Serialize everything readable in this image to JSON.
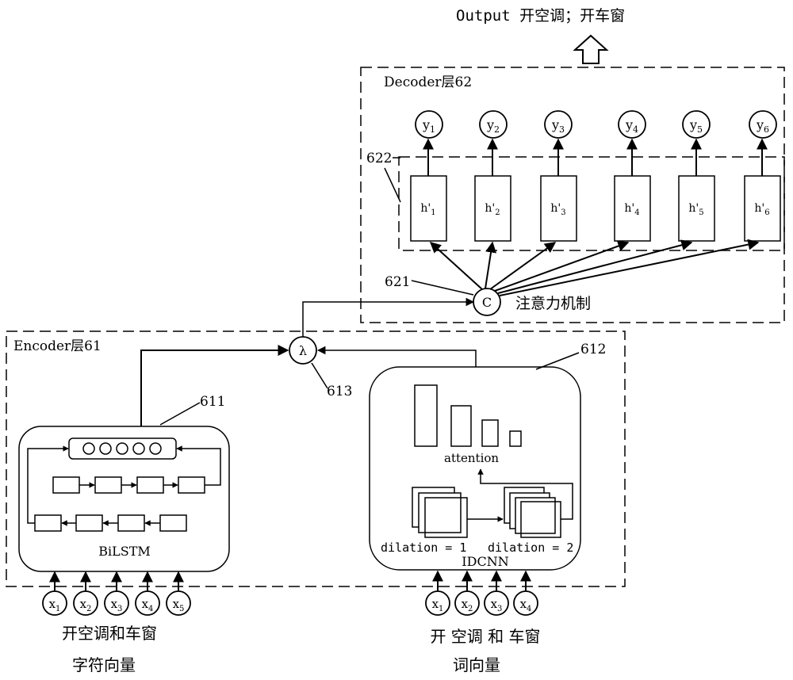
{
  "output_label": "Output 开空调；开车窗",
  "decoder": {
    "title": "Decoder层62",
    "ref_622": "622",
    "ref_621": "621",
    "outputs": [
      {
        "base": "y",
        "sub": "1"
      },
      {
        "base": "y",
        "sub": "2"
      },
      {
        "base": "y",
        "sub": "3"
      },
      {
        "base": "y",
        "sub": "4"
      },
      {
        "base": "y",
        "sub": "5"
      },
      {
        "base": "y",
        "sub": "6"
      }
    ],
    "hidden": [
      {
        "base": "h'",
        "sub": "1"
      },
      {
        "base": "h'",
        "sub": "2"
      },
      {
        "base": "h'",
        "sub": "3"
      },
      {
        "base": "h'",
        "sub": "4"
      },
      {
        "base": "h'",
        "sub": "5"
      },
      {
        "base": "h'",
        "sub": "6"
      }
    ],
    "context_node": "C",
    "attention_label": "注意力机制"
  },
  "encoder": {
    "title": "Encoder层61",
    "lambda_node": "λ",
    "ref_613": "613",
    "ref_611": "611",
    "ref_612": "612",
    "bilstm_label": "BiLSTM",
    "idcnn_label": "IDCNN",
    "attention_text": "attention",
    "dilation_1": "dilation = 1",
    "dilation_2": "dilation = 2"
  },
  "char_inputs": {
    "nodes": [
      {
        "base": "x",
        "sub": "1"
      },
      {
        "base": "x",
        "sub": "2"
      },
      {
        "base": "x",
        "sub": "3"
      },
      {
        "base": "x",
        "sub": "4"
      },
      {
        "base": "x",
        "sub": "5"
      }
    ],
    "text": "开空调和车窗",
    "caption": "字符向量"
  },
  "word_inputs": {
    "nodes": [
      {
        "base": "x",
        "sub": "1"
      },
      {
        "base": "x",
        "sub": "2"
      },
      {
        "base": "x",
        "sub": "3"
      },
      {
        "base": "x",
        "sub": "4"
      }
    ],
    "text": "开 空调 和 车窗",
    "caption": "词向量"
  }
}
